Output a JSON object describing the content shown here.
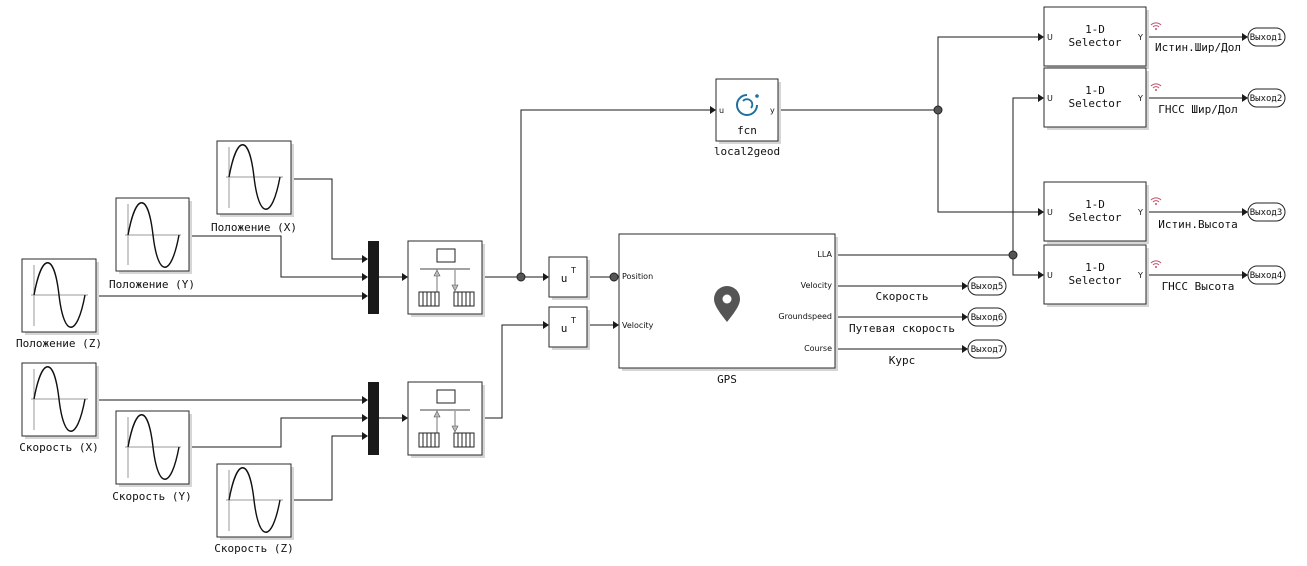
{
  "diagram": {
    "sources": [
      {
        "id": "pos_x",
        "label": "Положение (X)"
      },
      {
        "id": "pos_y",
        "label": "Положение (Y)"
      },
      {
        "id": "pos_z",
        "label": "Положение (Z)"
      },
      {
        "id": "vel_x",
        "label": "Скорость (X)"
      },
      {
        "id": "vel_y",
        "label": "Скорость (Y)"
      },
      {
        "id": "vel_z",
        "label": "Скорость (Z)"
      }
    ],
    "transpose_label": "u",
    "transpose_sup": "T",
    "fcn_block": {
      "name": "local2geod",
      "text": "fcn",
      "in_port": "u",
      "out_port": "y"
    },
    "gps_block": {
      "name": "GPS",
      "inputs": [
        "Position",
        "Velocity"
      ],
      "outputs": [
        "LLA",
        "Velocity",
        "Groundspeed",
        "Course"
      ]
    },
    "selectors": [
      {
        "line1": "1-D",
        "line2": "Selector",
        "in_port": "U",
        "out_port": "Y",
        "signal": "Истин.Шир/Дол",
        "output": "Выход1"
      },
      {
        "line1": "1-D",
        "line2": "Selector",
        "in_port": "U",
        "out_port": "Y",
        "signal": "ГНСС Шир/Дол",
        "output": "Выход2"
      },
      {
        "line1": "1-D",
        "line2": "Selector",
        "in_port": "U",
        "out_port": "Y",
        "signal": "Истин.Высота",
        "output": "Выход3"
      },
      {
        "line1": "1-D",
        "line2": "Selector",
        "in_port": "U",
        "out_port": "Y",
        "signal": "ГНСС Высота",
        "output": "Выход4"
      }
    ],
    "gps_outputs": [
      {
        "signal": "Скорость",
        "output": "Выход5"
      },
      {
        "signal": "Путевая скорость",
        "output": "Выход6"
      },
      {
        "signal": "Курс",
        "output": "Выход7"
      }
    ],
    "colors": {
      "wire": "#1a1a1a",
      "block_border": "#2a2a2a",
      "mux": "#1a1a1a",
      "fcn_icon": "#1f6f9f",
      "gps_icon": "#555555",
      "wifi_icon": "#c0506a"
    }
  }
}
